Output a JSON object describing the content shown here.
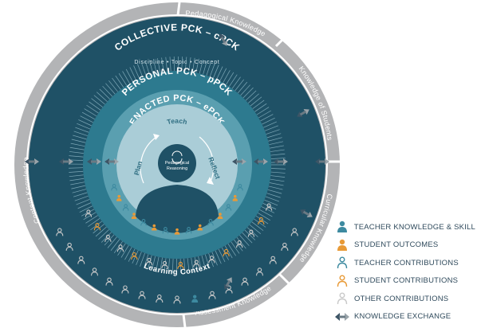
{
  "colors": {
    "outer_ring": "#b3b4b6",
    "outer_ring_dark": "#a6a8aa",
    "collective": "#1f5166",
    "personal": "#2f7e93",
    "enacted": "#5a9fb0",
    "core": "#aacdd7",
    "center_dark": "#1f5166",
    "teacher": "#3d8aa0",
    "student": "#e89a37",
    "other": "#c9c9c9",
    "exchange": "#3d5566"
  },
  "diagram": {
    "collective_title": "COLLECTIVE PCK – cPCK",
    "collective_subtitle": "Discipline • Topic • Concept",
    "personal_title": "PERSONAL PCK – pPCK",
    "enacted_title": "ENACTED PCK – ePCK",
    "teach_label": "Teach",
    "plan_label": "Plan",
    "reflect_label": "Reflect",
    "pedagogical_reasoning": [
      "Pedagogical",
      "Reasoning"
    ],
    "learning_context": "Learning Context",
    "outer_sections": [
      "Pedagogical Knowledge",
      "Knowledge of Students",
      "Curricular Knowledge",
      "Assessment Knowledge",
      "Content Knowledge"
    ]
  },
  "legend": [
    {
      "label": "TEACHER KNOWLEDGE & SKILL",
      "icon": "person-filled-icon",
      "color": "#3d8aa0"
    },
    {
      "label": "STUDENT OUTCOMES",
      "icon": "person-filled-icon",
      "color": "#e89a37"
    },
    {
      "label": "TEACHER CONTRIBUTIONS",
      "icon": "person-outline-icon",
      "color": "#3d8aa0"
    },
    {
      "label": "STUDENT CONTRIBUTIONS",
      "icon": "person-outline-icon",
      "color": "#e89a37"
    },
    {
      "label": "OTHER CONTRIBUTIONS",
      "icon": "person-outline-icon",
      "color": "#c9c9c9"
    },
    {
      "label": "KNOWLEDGE EXCHANGE",
      "icon": "double-arrow-icon",
      "color": "#3d5566"
    }
  ]
}
